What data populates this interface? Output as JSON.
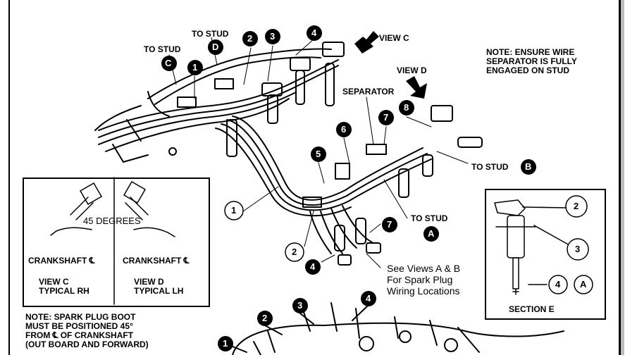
{
  "callouts": {
    "to_stud_c": "TO STUD",
    "to_stud_d": "TO STUD",
    "to_stud_b": "TO STUD",
    "to_stud_a": "TO STUD",
    "separator": "SEPARATOR",
    "view_c": "VIEW C",
    "view_d": "VIEW D"
  },
  "notes": {
    "wire_separator": [
      "NOTE: ENSURE WIRE",
      "SEPARATOR IS FULLY",
      "ENGAGED ON STUD"
    ],
    "spark_plug_boot": [
      "NOTE: SPARK PLUG BOOT",
      "MUST BE POSITIONED 45°",
      "FROM ℄ OF CRANKSHAFT",
      "(OUT BOARD AND FORWARD)"
    ],
    "see_views": [
      "See Views A & B",
      "For Spark Plug",
      "Wiring Locations"
    ]
  },
  "inset_views": {
    "angle_label": "45 DEGREES",
    "left_crank": "CRANKSHAFT ℄",
    "right_crank": "CRANKSHAFT ℄",
    "left_caption": [
      "VIEW C",
      "TYPICAL RH"
    ],
    "right_caption": [
      "VIEW D",
      "TYPICAL LH"
    ]
  },
  "section_e": {
    "title": "SECTION E",
    "markers": [
      "2",
      "3",
      "4",
      "A"
    ]
  },
  "markers": {
    "stud_c": "C",
    "stud_d": "D",
    "stud_b": "B",
    "stud_a": "A",
    "filled": [
      "1",
      "2",
      "3",
      "4",
      "5",
      "6",
      "7",
      "8",
      "4",
      "7",
      "1",
      "2",
      "3",
      "4"
    ],
    "open": [
      "1",
      "2"
    ]
  }
}
